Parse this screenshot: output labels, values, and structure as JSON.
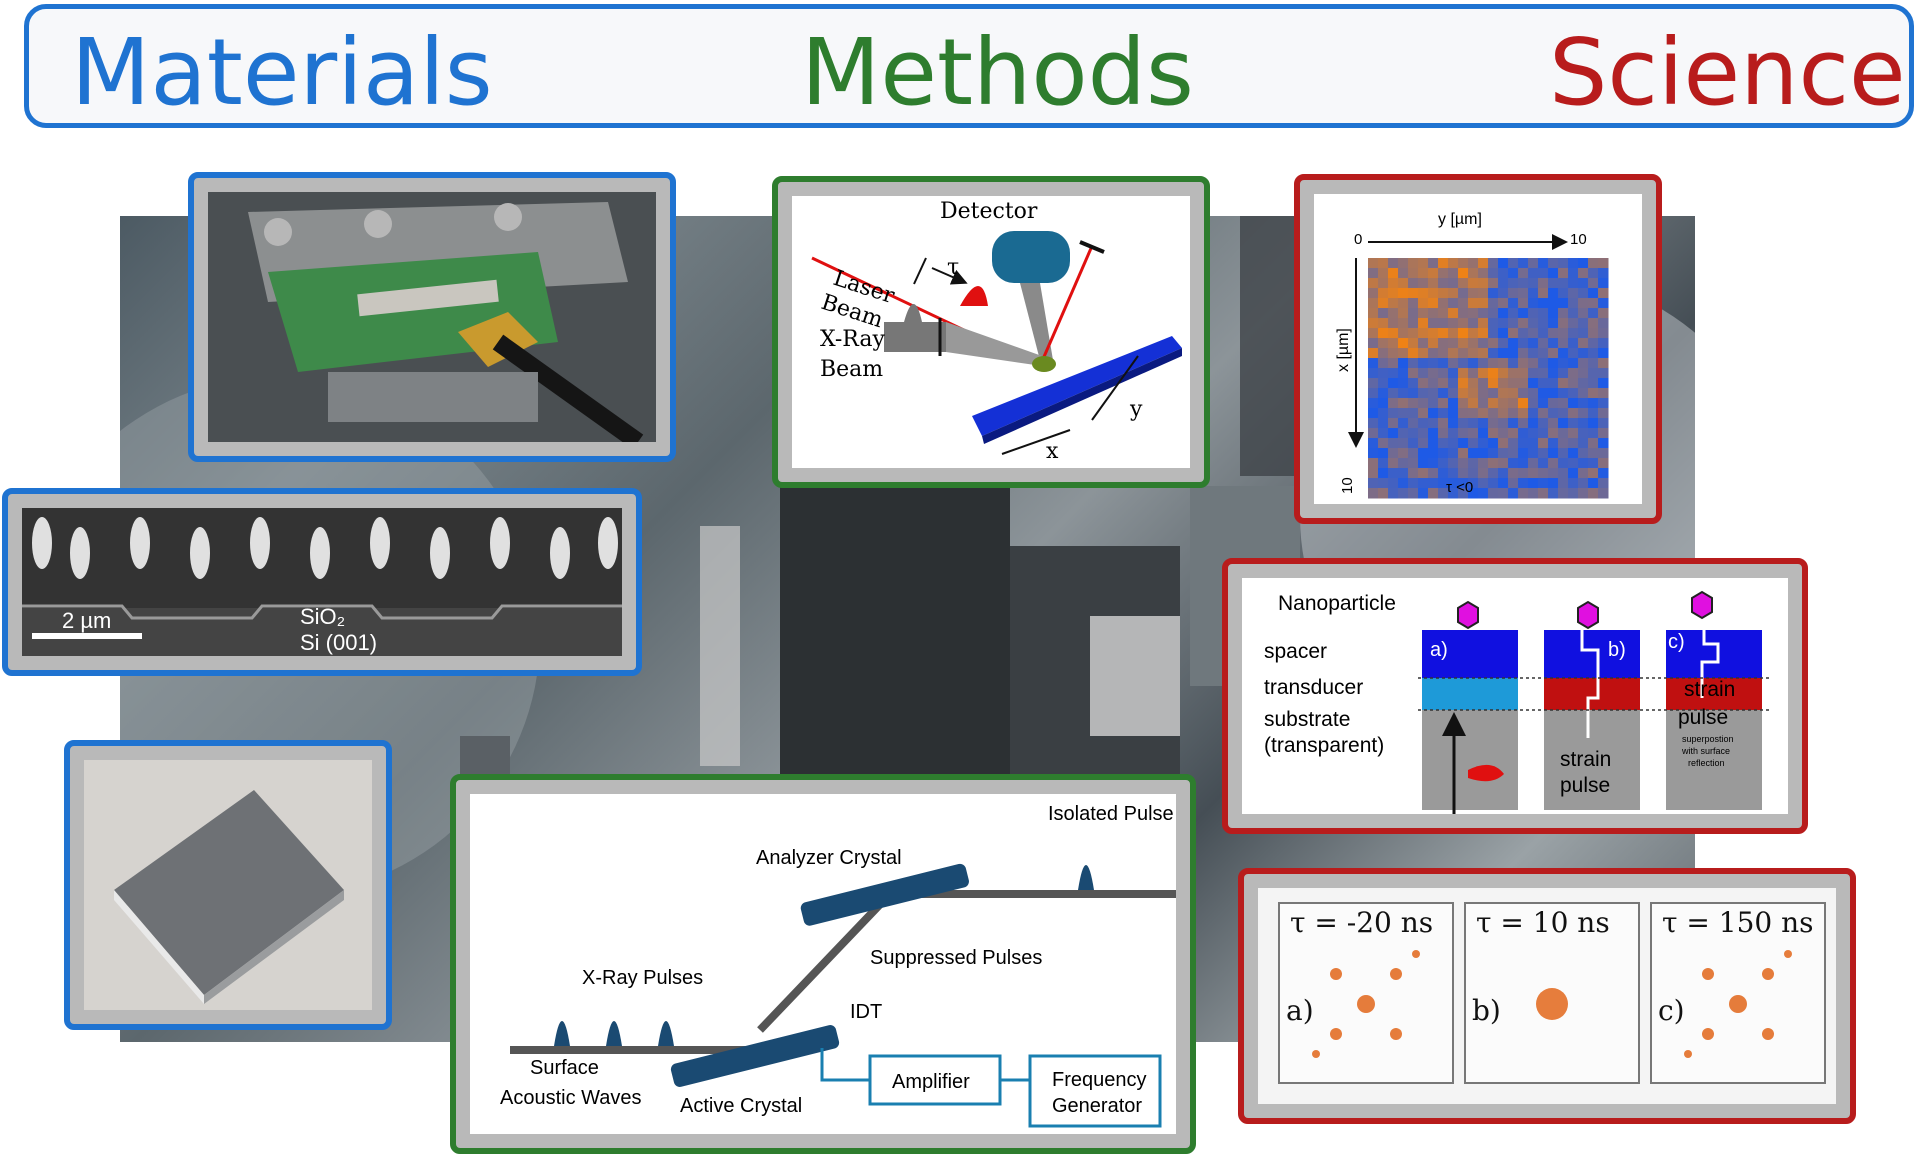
{
  "header": {
    "materials": "Materials",
    "methods": "Methods",
    "science": "Science",
    "colors": {
      "materials": "#1f73d1",
      "methods": "#2e7d2e",
      "science": "#b81c1c"
    }
  },
  "materials": {
    "sem": {
      "scale": "2 µm",
      "sio2": "SiO₂",
      "si": "Si (001)"
    }
  },
  "pump_probe": {
    "detector": "Detector",
    "laser": "Laser",
    "beam1": "Beam",
    "xray": "X-Ray",
    "beam2": "Beam",
    "tau": "τ",
    "x": "x",
    "y": "y"
  },
  "saw_setup": {
    "analyzer": "Analyzer Crystal",
    "isolated": "Isolated Pulse",
    "suppressed": "Suppressed Pulses",
    "xray_pulses": "X-Ray Pulses",
    "idt": "IDT",
    "surface": "Surface",
    "acoustic": "Acoustic Waves",
    "active": "Active Crystal",
    "amplifier": "Amplifier",
    "freq1": "Frequency",
    "freq2": "Generator"
  },
  "strain_map": {
    "y_label": "y [µm]",
    "y0": "0",
    "y10": "10",
    "x_label": "x [µm]",
    "x10": "10",
    "caption": "τ <0"
  },
  "nanoparticle": {
    "np": "Nanoparticle",
    "spacer": "spacer",
    "transducer": "transducer",
    "substrate": "substrate",
    "transparent": "(transparent)",
    "a": "a)",
    "b": "b)",
    "c": "c)",
    "strain_b": "strain",
    "pulse_b": "pulse",
    "strain_c": "strain",
    "pulse_c": "pulse",
    "sup1": "superpostion",
    "sup2": "with surface",
    "sup3": "reflection"
  },
  "diffraction": {
    "panels": [
      {
        "tau": "τ = -20 ns",
        "letter": "a)"
      },
      {
        "tau": "τ = 10 ns",
        "letter": "b)"
      },
      {
        "tau": "τ = 150 ns",
        "letter": "c)"
      }
    ]
  }
}
